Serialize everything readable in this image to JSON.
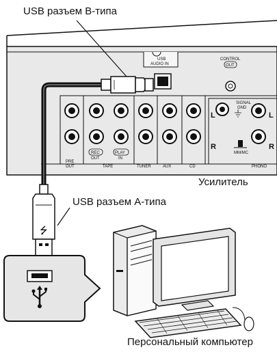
{
  "labels": {
    "usb_b": "USB разъем B-типа",
    "usb_a": "USB разъем A-типа",
    "amplifier": "Усилитель",
    "pc": "Персональный компьютер"
  },
  "panel": {
    "usb_audio_in_1": "USB",
    "usb_audio_in_2": "AUDIO IN",
    "control_1": "CONTROL",
    "control_2": "OUT",
    "signal_gnd_1": "SIGNAL",
    "signal_gnd_2": "GND",
    "pre_out_1": "PRE",
    "pre_out_2": "OUT",
    "rec": "REC",
    "rec_out": "OUT",
    "play": "PLAY",
    "play_in": "IN",
    "tape": "TAPE",
    "tuner": "TUNER",
    "aux": "AUX",
    "cd": "CD",
    "phono": "PHONO",
    "mm_mc": "MM/MC",
    "l": "L",
    "r": "R"
  }
}
